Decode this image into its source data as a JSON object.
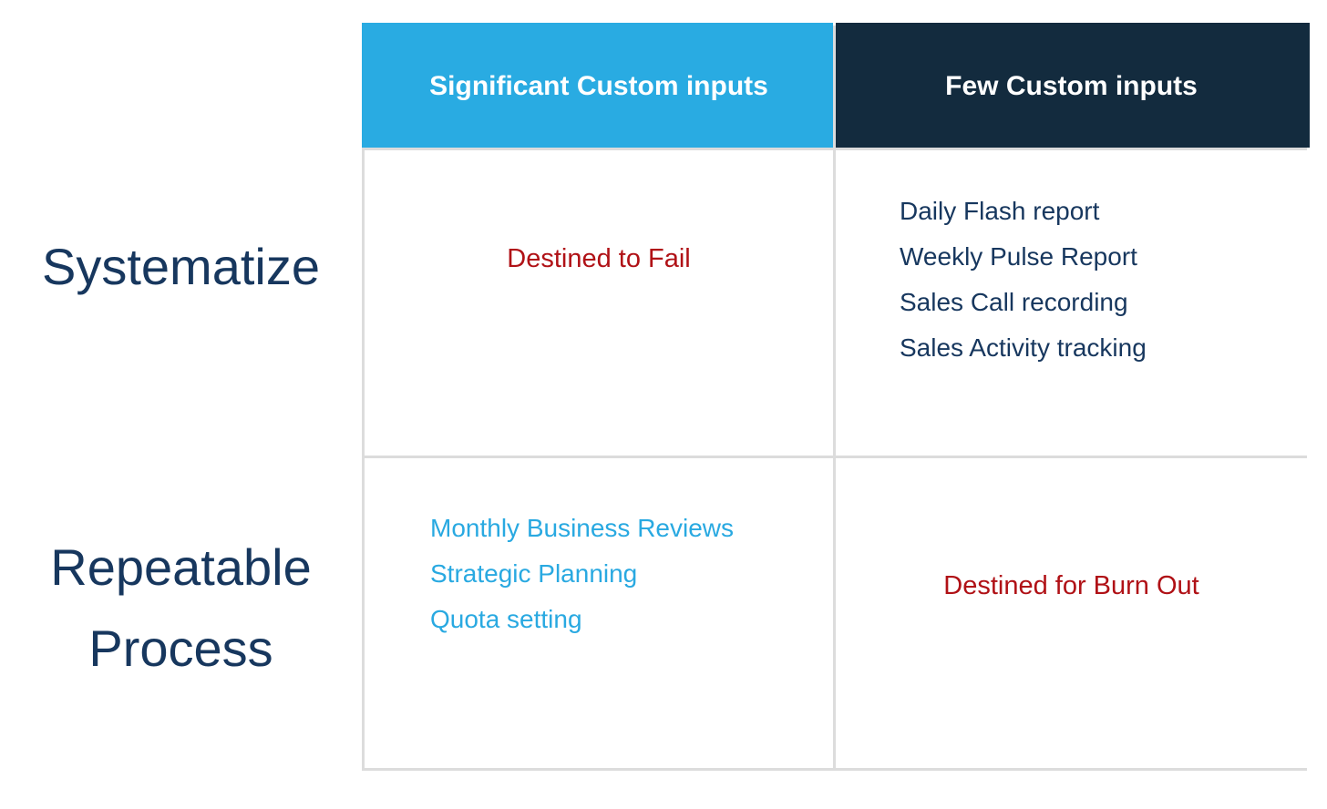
{
  "slide": {
    "type": "2x2-matrix"
  },
  "colors": {
    "accent_blue": "#29ABE2",
    "dark_navy": "#132B3E",
    "navy_text": "#17375E",
    "blue_text": "#29A9E1",
    "red_text": "#B01116",
    "grid_line": "#DCDCDC"
  },
  "matrix": {
    "column_headers": [
      {
        "label": "Significant Custom inputs"
      },
      {
        "label": "Few Custom inputs"
      }
    ],
    "row_labels": [
      {
        "label": "Systematize",
        "lines": [
          "Systematize"
        ]
      },
      {
        "label": "Repeatable Process",
        "lines": [
          "Repeatable",
          "Process"
        ]
      }
    ],
    "cells": {
      "systematize_significant": {
        "text": "Destined to Fail"
      },
      "systematize_few": {
        "items": [
          "Daily Flash report",
          "Weekly Pulse Report",
          "Sales Call recording",
          "Sales Activity tracking"
        ]
      },
      "repeatable_significant": {
        "items": [
          "Monthly Business Reviews",
          "Strategic Planning",
          "Quota setting"
        ]
      },
      "repeatable_few": {
        "text": "Destined for Burn Out"
      }
    }
  }
}
